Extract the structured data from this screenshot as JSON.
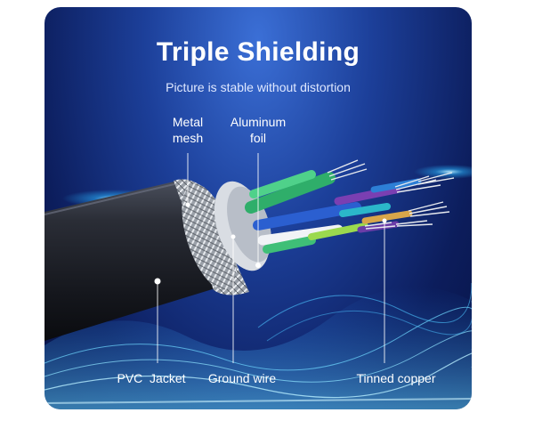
{
  "header": {
    "title": "Triple Shielding",
    "subtitle": "Picture is stable without distortion"
  },
  "labels": {
    "metal_mesh": "Metal mesh",
    "aluminum_foil": "Aluminum foil",
    "pvc_jacket": "PVC  Jacket",
    "ground_wire": "Ground wire",
    "tinned_copper": "Tinned copper"
  },
  "colors": {
    "background_top": "#3b6fd6",
    "background_bottom": "#081447",
    "text": "#ffffff",
    "glow": "#29b6ff"
  }
}
